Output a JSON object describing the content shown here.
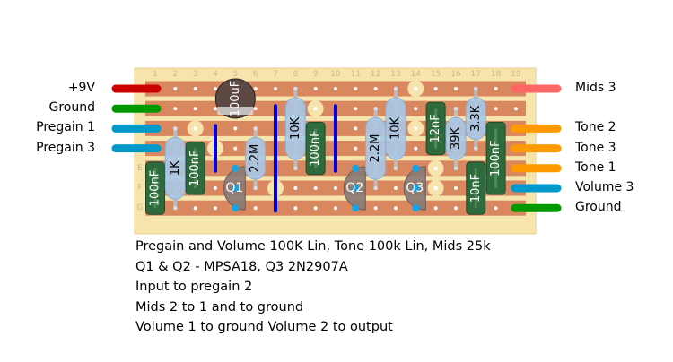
{
  "left_connections": [
    {
      "label": "+9V",
      "color": "#cc0000"
    },
    {
      "label": "Ground",
      "color": "#009900"
    },
    {
      "label": "Pregain 1",
      "color": "#0099cc"
    },
    {
      "label": "Pregain 3",
      "color": "#0099cc"
    }
  ],
  "right_connections": [
    {
      "label": "Mids 3",
      "color": "#ff6666"
    },
    {
      "label": "Tone 2",
      "color": "#ff9900"
    },
    {
      "label": "Tone 3",
      "color": "#ff9900"
    },
    {
      "label": "Tone 1",
      "color": "#ff9900"
    },
    {
      "label": "Volume 3",
      "color": "#0099cc"
    },
    {
      "label": "Ground",
      "color": "#009900"
    }
  ],
  "board": {
    "column_numbers": [
      "1",
      "2",
      "3",
      "4",
      "5",
      "6",
      "7",
      "8",
      "9",
      "10",
      "11",
      "12",
      "13",
      "14",
      "15",
      "16",
      "17",
      "18",
      "19"
    ],
    "row_labels": [
      "E",
      "F",
      "G"
    ],
    "strip_color": "#d9875f",
    "board_color": "#f7e4ad",
    "link_color": "#0000dd"
  },
  "components": {
    "c_100uf": "100uF",
    "r_1k": "1K",
    "c_100nf_a": "100nF",
    "c_100nf_b": "100nF",
    "q1": "Q1",
    "r_2m2_a": "2.2M",
    "r_10k_a": "10K",
    "c_100nf_c": "100nF",
    "q2": "Q2",
    "r_2m2_b": "2.2M",
    "r_10k_b": "10K",
    "q3": "Q3",
    "c_12nf": "12nF",
    "r_39k": "39K",
    "r_3k3": "3.3K",
    "c_100nf_d": "100nF",
    "c_10nf": "10nF"
  },
  "notes": [
    "Pregain and Volume 100K Lin, Tone 100k Lin, Mids 25k",
    "Q1 & Q2 - MPSA18, Q3 2N2907A",
    "Input to pregain 2",
    "Mids 2 to 1 and to ground",
    "Volume 1 to ground Volume 2 to output"
  ]
}
